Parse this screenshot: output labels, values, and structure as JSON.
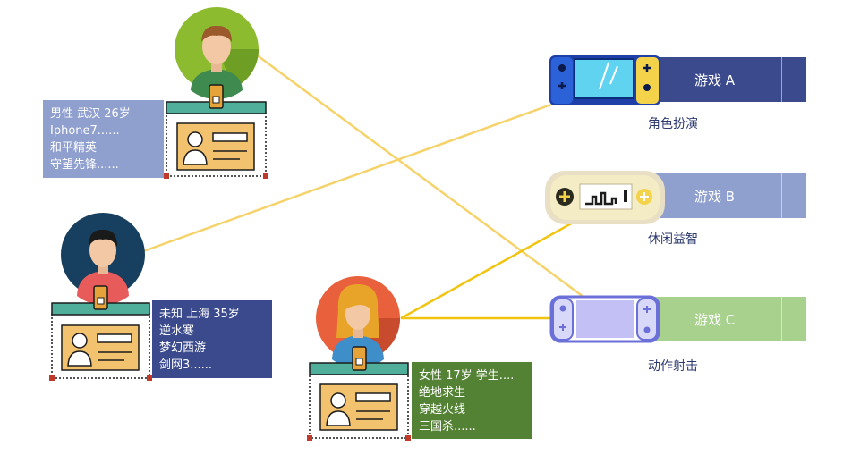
{
  "users": [
    {
      "id": "user1",
      "lines": [
        "男性 武汉 26岁",
        "Iphone7......",
        "和平精英",
        "守望先锋......"
      ],
      "avatar_color": "#8dbb30",
      "box_color": "#8f9fce",
      "icon": "male-avatar-icon"
    },
    {
      "id": "user2",
      "lines": [
        "未知 上海 35岁",
        "逆水寒",
        "梦幻西游",
        "剑网3......"
      ],
      "avatar_color": "#173f5f",
      "box_color": "#3b4a8c",
      "icon": "male-avatar-icon"
    },
    {
      "id": "user3",
      "lines": [
        "女性 17岁 学生....",
        "绝地求生",
        "穿越火线",
        "三国杀......"
      ],
      "avatar_color": "#e8603c",
      "box_color": "#548235",
      "icon": "female-avatar-icon"
    }
  ],
  "games": [
    {
      "id": "gameA",
      "label": "游戏 A",
      "category": "角色扮演",
      "bar_color": "#3b4a8c",
      "icon": "handheld-console-icon"
    },
    {
      "id": "gameB",
      "label": "游戏 B",
      "category": "休闲益智",
      "bar_color": "#8f9fce",
      "icon": "retro-gamepad-icon"
    },
    {
      "id": "gameC",
      "label": "游戏 C",
      "category": "动作射击",
      "bar_color": "#a9d18e",
      "icon": "switch-console-icon"
    }
  ],
  "connections": [
    {
      "from": "user1",
      "to": "gameC",
      "color": "#f5d36a"
    },
    {
      "from": "user2",
      "to": "gameA",
      "color": "#f5d36a"
    },
    {
      "from": "user3",
      "to": "gameB",
      "color": "#f1c40f"
    },
    {
      "from": "user3",
      "to": "gameC",
      "color": "#f1c40f"
    }
  ],
  "badge_colors": {
    "strap": "#4faf9a",
    "card": "#f2c26e",
    "clip": "#e6a33a",
    "outline": "#1c1c1c"
  }
}
